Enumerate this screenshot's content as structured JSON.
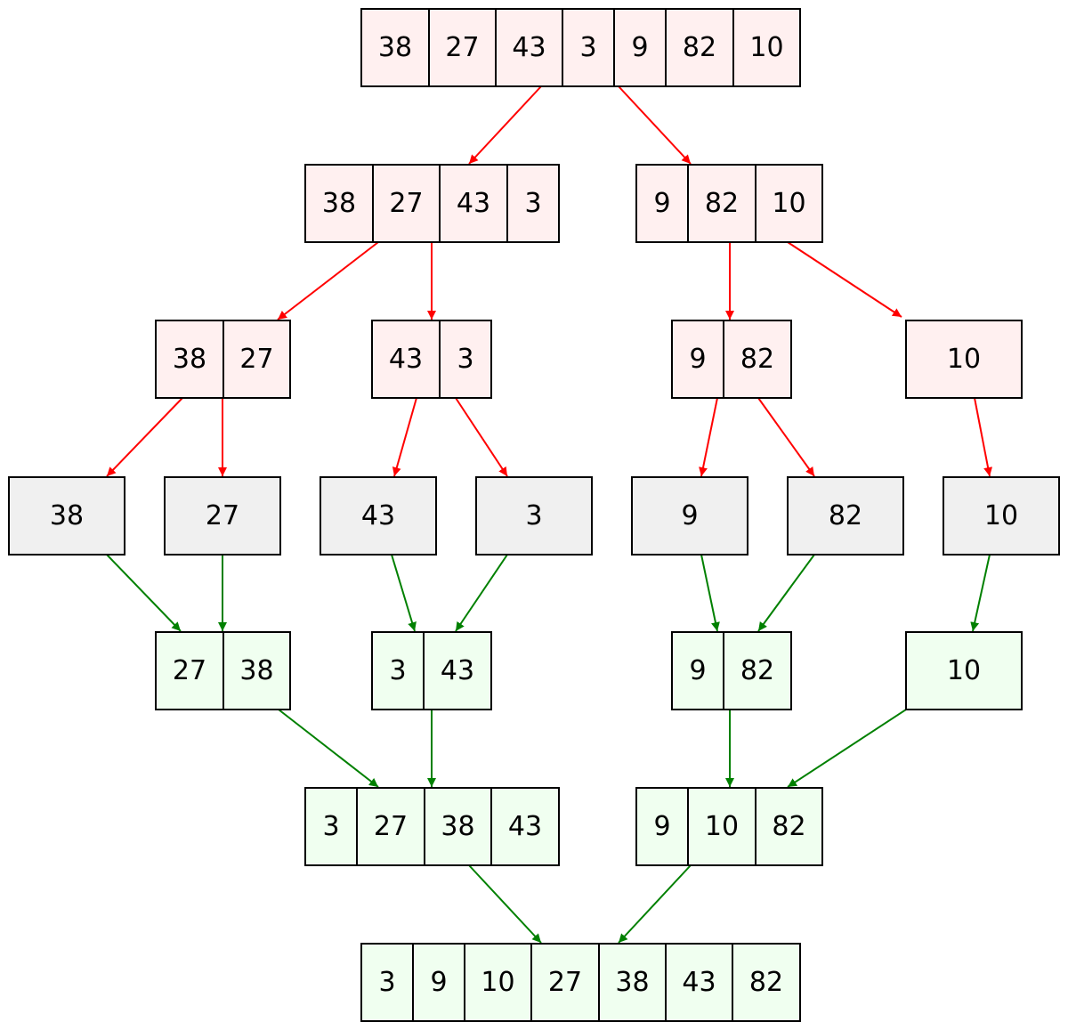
{
  "colors": {
    "split_fill": "#fff0f0",
    "leaf_fill": "#f0f0f0",
    "merge_fill": "#f0fff0",
    "split_edge": "#ff0000",
    "merge_edge": "#008000",
    "border": "#000000"
  },
  "nodes": [
    {
      "id": "split-0",
      "kind": "split",
      "values": [
        "38",
        "27",
        "43",
        "3",
        "9",
        "82",
        "10"
      ]
    },
    {
      "id": "split-1a",
      "kind": "split",
      "values": [
        "38",
        "27",
        "43",
        "3"
      ]
    },
    {
      "id": "split-1b",
      "kind": "split",
      "values": [
        "9",
        "82",
        "10"
      ]
    },
    {
      "id": "split-2a",
      "kind": "split",
      "values": [
        "38",
        "27"
      ]
    },
    {
      "id": "split-2b",
      "kind": "split",
      "values": [
        "43",
        "3"
      ]
    },
    {
      "id": "split-2c",
      "kind": "split",
      "values": [
        "9",
        "82"
      ]
    },
    {
      "id": "split-2d",
      "kind": "split",
      "values": [
        "10"
      ]
    },
    {
      "id": "leaf-38",
      "kind": "leaf",
      "values": [
        "38"
      ]
    },
    {
      "id": "leaf-27",
      "kind": "leaf",
      "values": [
        "27"
      ]
    },
    {
      "id": "leaf-43",
      "kind": "leaf",
      "values": [
        "43"
      ]
    },
    {
      "id": "leaf-3",
      "kind": "leaf",
      "values": [
        "3"
      ]
    },
    {
      "id": "leaf-9",
      "kind": "leaf",
      "values": [
        "9"
      ]
    },
    {
      "id": "leaf-82",
      "kind": "leaf",
      "values": [
        "82"
      ]
    },
    {
      "id": "leaf-10",
      "kind": "leaf",
      "values": [
        "10"
      ]
    },
    {
      "id": "merge-1a",
      "kind": "merge",
      "values": [
        "27",
        "38"
      ]
    },
    {
      "id": "merge-1b",
      "kind": "merge",
      "values": [
        "3",
        "43"
      ]
    },
    {
      "id": "merge-1c",
      "kind": "merge",
      "values": [
        "9",
        "82"
      ]
    },
    {
      "id": "merge-1d",
      "kind": "merge",
      "values": [
        "10"
      ]
    },
    {
      "id": "merge-2a",
      "kind": "merge",
      "values": [
        "3",
        "27",
        "38",
        "43"
      ]
    },
    {
      "id": "merge-2b",
      "kind": "merge",
      "values": [
        "9",
        "10",
        "82"
      ]
    },
    {
      "id": "merge-final",
      "kind": "merge",
      "values": [
        "3",
        "9",
        "10",
        "27",
        "38",
        "43",
        "82"
      ]
    }
  ],
  "edges": [
    {
      "from": "split-0",
      "to": "split-1a",
      "kind": "split"
    },
    {
      "from": "split-0",
      "to": "split-1b",
      "kind": "split"
    },
    {
      "from": "split-1a",
      "to": "split-2a",
      "kind": "split"
    },
    {
      "from": "split-1a",
      "to": "split-2b",
      "kind": "split"
    },
    {
      "from": "split-1b",
      "to": "split-2c",
      "kind": "split"
    },
    {
      "from": "split-1b",
      "to": "split-2d",
      "kind": "split"
    },
    {
      "from": "split-2a",
      "to": "leaf-38",
      "kind": "split"
    },
    {
      "from": "split-2a",
      "to": "leaf-27",
      "kind": "split"
    },
    {
      "from": "split-2b",
      "to": "leaf-43",
      "kind": "split"
    },
    {
      "from": "split-2b",
      "to": "leaf-3",
      "kind": "split"
    },
    {
      "from": "split-2c",
      "to": "leaf-9",
      "kind": "split"
    },
    {
      "from": "split-2c",
      "to": "leaf-82",
      "kind": "split"
    },
    {
      "from": "split-2d",
      "to": "leaf-10",
      "kind": "split"
    },
    {
      "from": "leaf-38",
      "to": "merge-1a",
      "kind": "merge"
    },
    {
      "from": "leaf-27",
      "to": "merge-1a",
      "kind": "merge"
    },
    {
      "from": "leaf-43",
      "to": "merge-1b",
      "kind": "merge"
    },
    {
      "from": "leaf-3",
      "to": "merge-1b",
      "kind": "merge"
    },
    {
      "from": "leaf-9",
      "to": "merge-1c",
      "kind": "merge"
    },
    {
      "from": "leaf-82",
      "to": "merge-1c",
      "kind": "merge"
    },
    {
      "from": "leaf-10",
      "to": "merge-1d",
      "kind": "merge"
    },
    {
      "from": "merge-1a",
      "to": "merge-2a",
      "kind": "merge"
    },
    {
      "from": "merge-1b",
      "to": "merge-2a",
      "kind": "merge"
    },
    {
      "from": "merge-1c",
      "to": "merge-2b",
      "kind": "merge"
    },
    {
      "from": "merge-1d",
      "to": "merge-2b",
      "kind": "merge"
    },
    {
      "from": "merge-2a",
      "to": "merge-final",
      "kind": "merge"
    },
    {
      "from": "merge-2b",
      "to": "merge-final",
      "kind": "merge"
    }
  ]
}
